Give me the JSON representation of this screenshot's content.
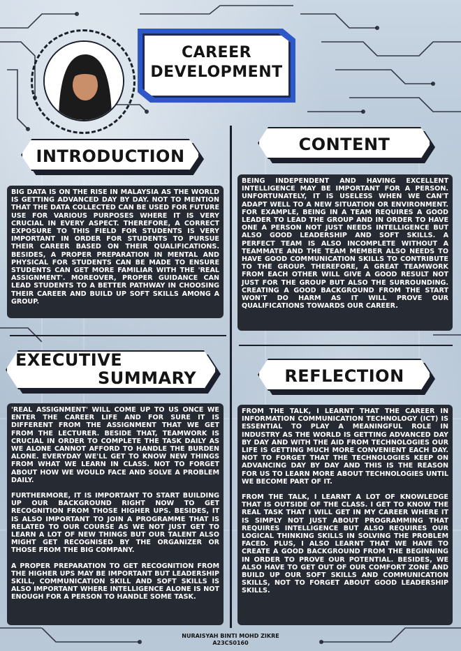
{
  "title": {
    "line1": "CAREER",
    "line2": "DEVELOPMENT"
  },
  "sections": {
    "introduction": {
      "heading": "INTRODUCTION",
      "body": "Big data is on the rise in Malaysia as the world is getting advanced day by day. Not to mention that the data collected can be used for future use for various purposes where it is very crucial in every aspect. Therefore, a correct exposure to this field for students is very important in order for students to pursue their career based on their qualifications. Besides, a proper preparation in mental and physical for students can be made to ensure students can get more familiar with the 'real assignment'. Moreover, proper guidance can lead students to a better pathway in choosing their career and build up soft skills among a group."
    },
    "content": {
      "heading": "CONTENT",
      "body": "Being independent and having excellent intelligence may be important for a person. Unfortunately, it is useless when we can't adapt well to a new situation or environment. For example, being in a team requires a good leader to lead the group and in order to have one a person not just needs intelligence but also good leadership and soft skills. A perfect team is also incomplete without a teammate and the team member also needs to have good communication skills to contribute to the group. Therefore, a great teamwork from each other will give a good result not just for the group but also the surrounding. Creating a good background from the start won't do harm as it will prove our qualifications towards our career."
    },
    "executive_summary": {
      "heading_line1": "EXECUTIVE",
      "heading_line2": "SUMMARY",
      "para1": "'Real assignment' will come up to us once we enter the career life and for sure it is different from the assignment that we get from the lecturer. Beside that, teamwork is crucial in order to complete the task daily as we alone cannot afford to handle the burden alone. Everyday we'll get to know new things from what we learn in class. Not to forget about how we would face and solve a problem daily.",
      "para2": "Furthermore, it is important to start building up our background right now to get recognition from those higher ups. Besides, it is also important to join a programme that is related to our course as we not just get to learn a lot of new things but our talent also might get recognised by the organizer or those from the big company.",
      "para3": "A proper preparation to get recognition from the higher ups may be important but leadership skill, communication skill and soft skills is also important where intelligence alone is not enough for a person to handle some task."
    },
    "reflection": {
      "heading": "REFLECTION",
      "para1": "From the talk, I learnt that the career in Information Communication Technology (ICT) is essential to play a meaningful role in industry as the world is getting advanced day by day and with the aid from technologies our life is getting much more convenient each day. Not to forget that the technologies keep on advancing day by day and this is the reason for us to learn more about technologies until we become part of it.",
      "para2": "From the talk, I learnt a lot of knowledge that is outside of the class. I get to know the real task that I will get in my career where it is simply not just about programming that requires intelligence but also requires our logical thinking skills in solving the problem faced. Plus, I also learnt that we have to create a good background from the beginning in order to prove our potential. Besides, we also have to get out of our comfort zone and build up our soft skills and communication skills, not to forget about good leadership skills."
    }
  },
  "footer": {
    "name": "NURAISYAH BINTI MOHD ZIKRE",
    "id": "A23CS0160"
  },
  "colors": {
    "accent": "#2e57c8",
    "dark": "#262a33",
    "background": "#b8c8d8"
  }
}
